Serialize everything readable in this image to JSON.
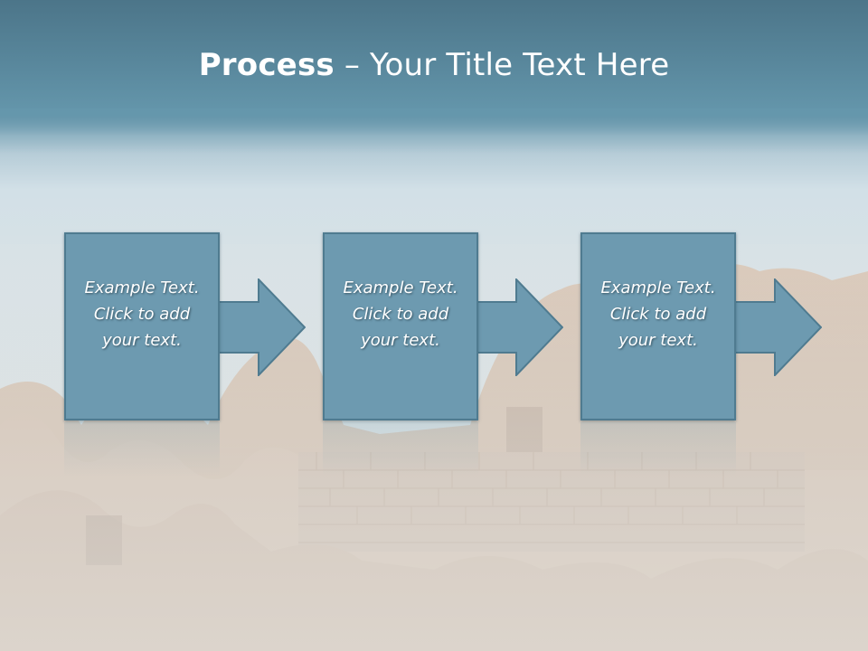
{
  "slide": {
    "title_bold": "Process",
    "title_rest": " – Your Title Text Here"
  },
  "steps": [
    {
      "text": "Example Text.\nClick  to add\nyour text."
    },
    {
      "text": "Example Text.\nClick  to add\nyour text."
    },
    {
      "text": "Example Text.\nClick  to add\nyour text."
    }
  ],
  "colors": {
    "header": "#5a899e",
    "box_fill": "#6d9ab0",
    "box_border": "#4f7b90",
    "text": "#ffffff"
  },
  "background": "cappadocia-rock-landscape"
}
